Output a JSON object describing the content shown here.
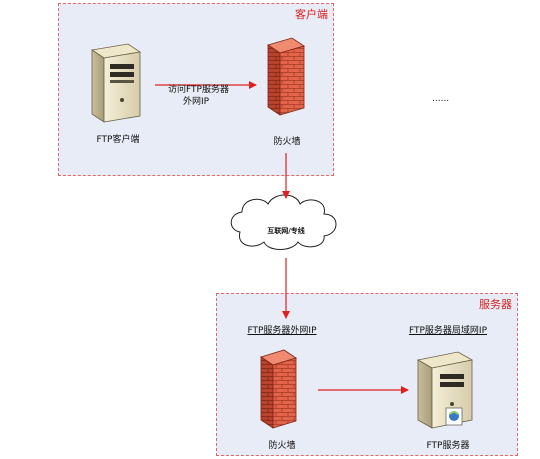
{
  "zones": {
    "client": "客户端",
    "server": "服务器"
  },
  "client": {
    "server_label": "FTP客户端",
    "firewall_label": "防火墙",
    "arrow_label_line1": "访问FTP服务器",
    "arrow_label_line2": "外网IP",
    "ellipsis": "......"
  },
  "network": {
    "cloud_label": "互联网/专线"
  },
  "server": {
    "public_ip_label": "FTP服务器外网IP",
    "lan_ip_label": "FTP服务器局域网IP",
    "firewall_label": "防火墙",
    "server_label": "FTP服务器"
  },
  "colors": {
    "arrow": "#e02020",
    "zone_fill": "#e8ecf6",
    "zone_border": "#e06a6a",
    "firewall": "#e0634a"
  }
}
